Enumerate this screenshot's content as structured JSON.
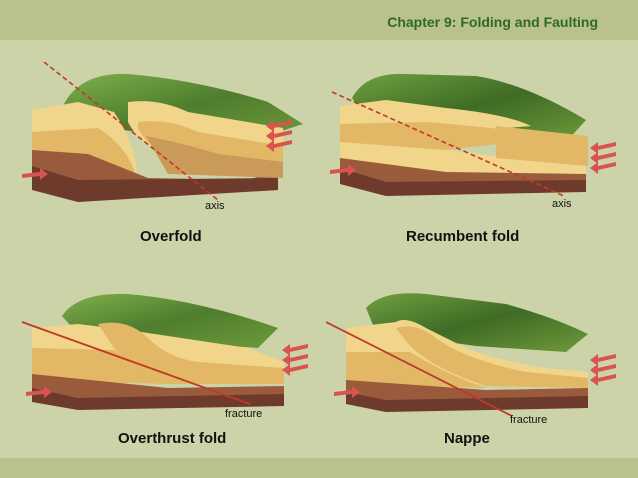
{
  "header": {
    "chapter_title": "Chapter 9: Folding and Faulting"
  },
  "panels": [
    {
      "caption": "Overfold",
      "label": "axis"
    },
    {
      "caption": "Recumbent fold",
      "label": "axis"
    },
    {
      "caption": "Overthrust fold",
      "label": "fracture"
    },
    {
      "caption": "Nappe",
      "label": "fracture"
    }
  ],
  "colors": {
    "band": "#b9c18d",
    "background": "#ccd3a8",
    "title": "#2f6b1f",
    "grass": "#5f8f3a",
    "rock_light": "#f0d58a",
    "rock_mid": "#e2b765",
    "rock_dark": "#9a5a3c",
    "rock_base": "#6e3a2c",
    "arrow": "#d9534f",
    "axis_line": "#c0392b"
  }
}
